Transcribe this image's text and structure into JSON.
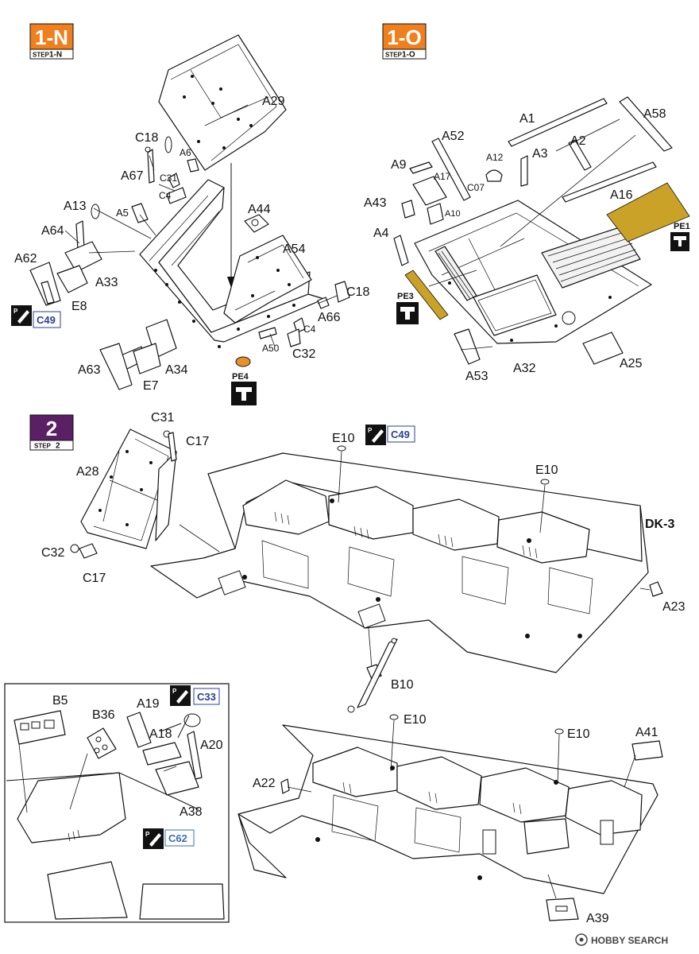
{
  "steps": [
    {
      "number": "1-N",
      "sub_prefix": "STEP",
      "sub_number": "1-N",
      "color": "#f07f1e"
    },
    {
      "number": "1-O",
      "sub_prefix": "STEP",
      "sub_number": "1-O",
      "color": "#f07f1e"
    },
    {
      "number": "2",
      "sub_prefix": "STEP",
      "sub_number": "2",
      "color": "#5b1f66"
    }
  ],
  "step1n_labels": [
    "A29",
    "C18",
    "A6",
    "C31",
    "A67",
    "C4",
    "A13",
    "A5",
    "A64",
    "A44",
    "A54",
    "A62",
    "A33",
    "E8",
    "C18",
    "A66",
    "C4",
    "A50",
    "C32",
    "A63",
    "A34",
    "E7"
  ],
  "step1o_labels": [
    "A1",
    "A58",
    "A52",
    "A12",
    "A2",
    "A3",
    "A9",
    "A17",
    "C07",
    "A16",
    "A43",
    "A10",
    "A4",
    "PE1",
    "A53",
    "A32",
    "A25"
  ],
  "step2_labels": [
    "C31",
    "C17",
    "A28",
    "E10",
    "E10",
    "C32",
    "C17",
    "A23",
    "B10",
    "E10",
    "E10",
    "A41",
    "A22",
    "A39"
  ],
  "inset_labels": [
    "B5",
    "B36",
    "A19",
    "A18",
    "A20",
    "A38"
  ],
  "model_label": "DK-3",
  "paint_codes": {
    "c49_a": "C49",
    "c49_b": "C49",
    "c33": "C33",
    "c62": "C62"
  },
  "photo_etch": {
    "pe4": "PE4",
    "pe3": "PE3",
    "pe1": "PE1"
  },
  "watermark": "HOBBY SEARCH",
  "colors": {
    "step_orange": "#f07f1e",
    "step_purple": "#5b1f66",
    "pe_gold": "#c9a227",
    "pe4_orange": "#e8902a",
    "code_blue": "#2a3f9a"
  }
}
